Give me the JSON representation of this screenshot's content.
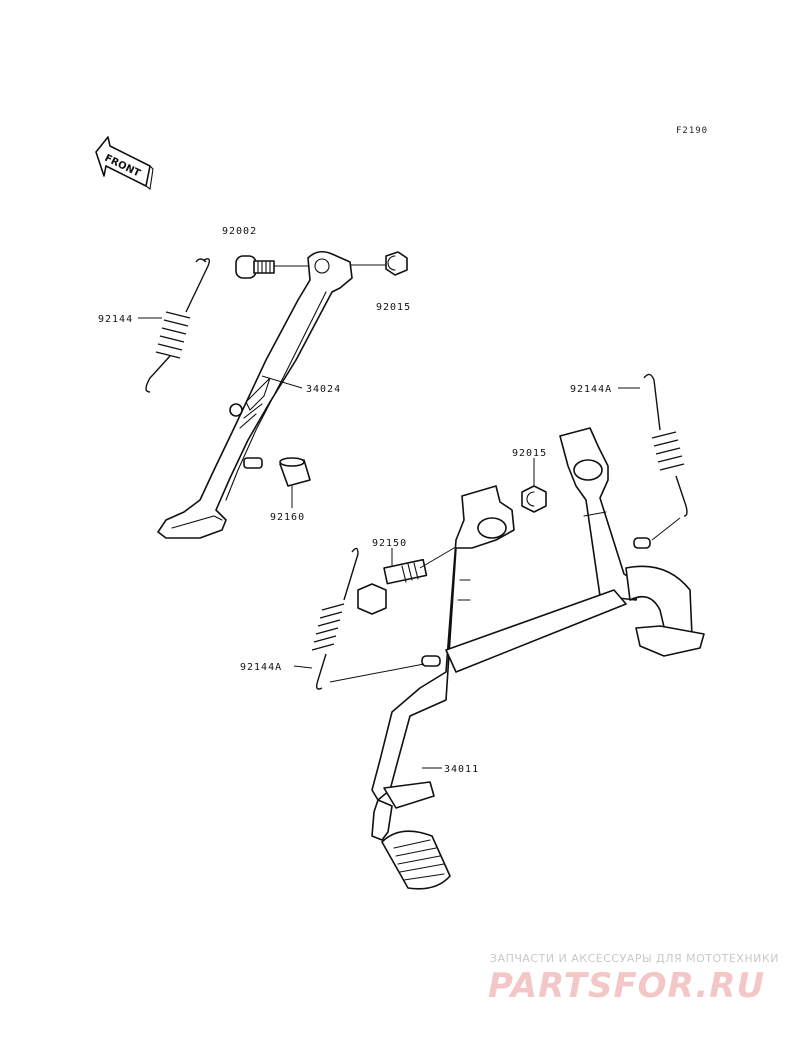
{
  "diagram": {
    "ref_code": "F2190",
    "front_label": "FRONT",
    "parts": [
      {
        "number": "92002"
      },
      {
        "number": "92144"
      },
      {
        "number": "92015"
      },
      {
        "number": "34024"
      },
      {
        "number": "92160"
      },
      {
        "number": "92144A"
      },
      {
        "number": "92015"
      },
      {
        "number": "92150"
      },
      {
        "number": "92144A"
      },
      {
        "number": "34011"
      }
    ]
  },
  "watermark": {
    "tagline": "ЗАПЧАСТИ И АКСЕССУАРЫ ДЛЯ МОТОТЕХНИКИ",
    "logo": "PARTSFOR.RU"
  }
}
